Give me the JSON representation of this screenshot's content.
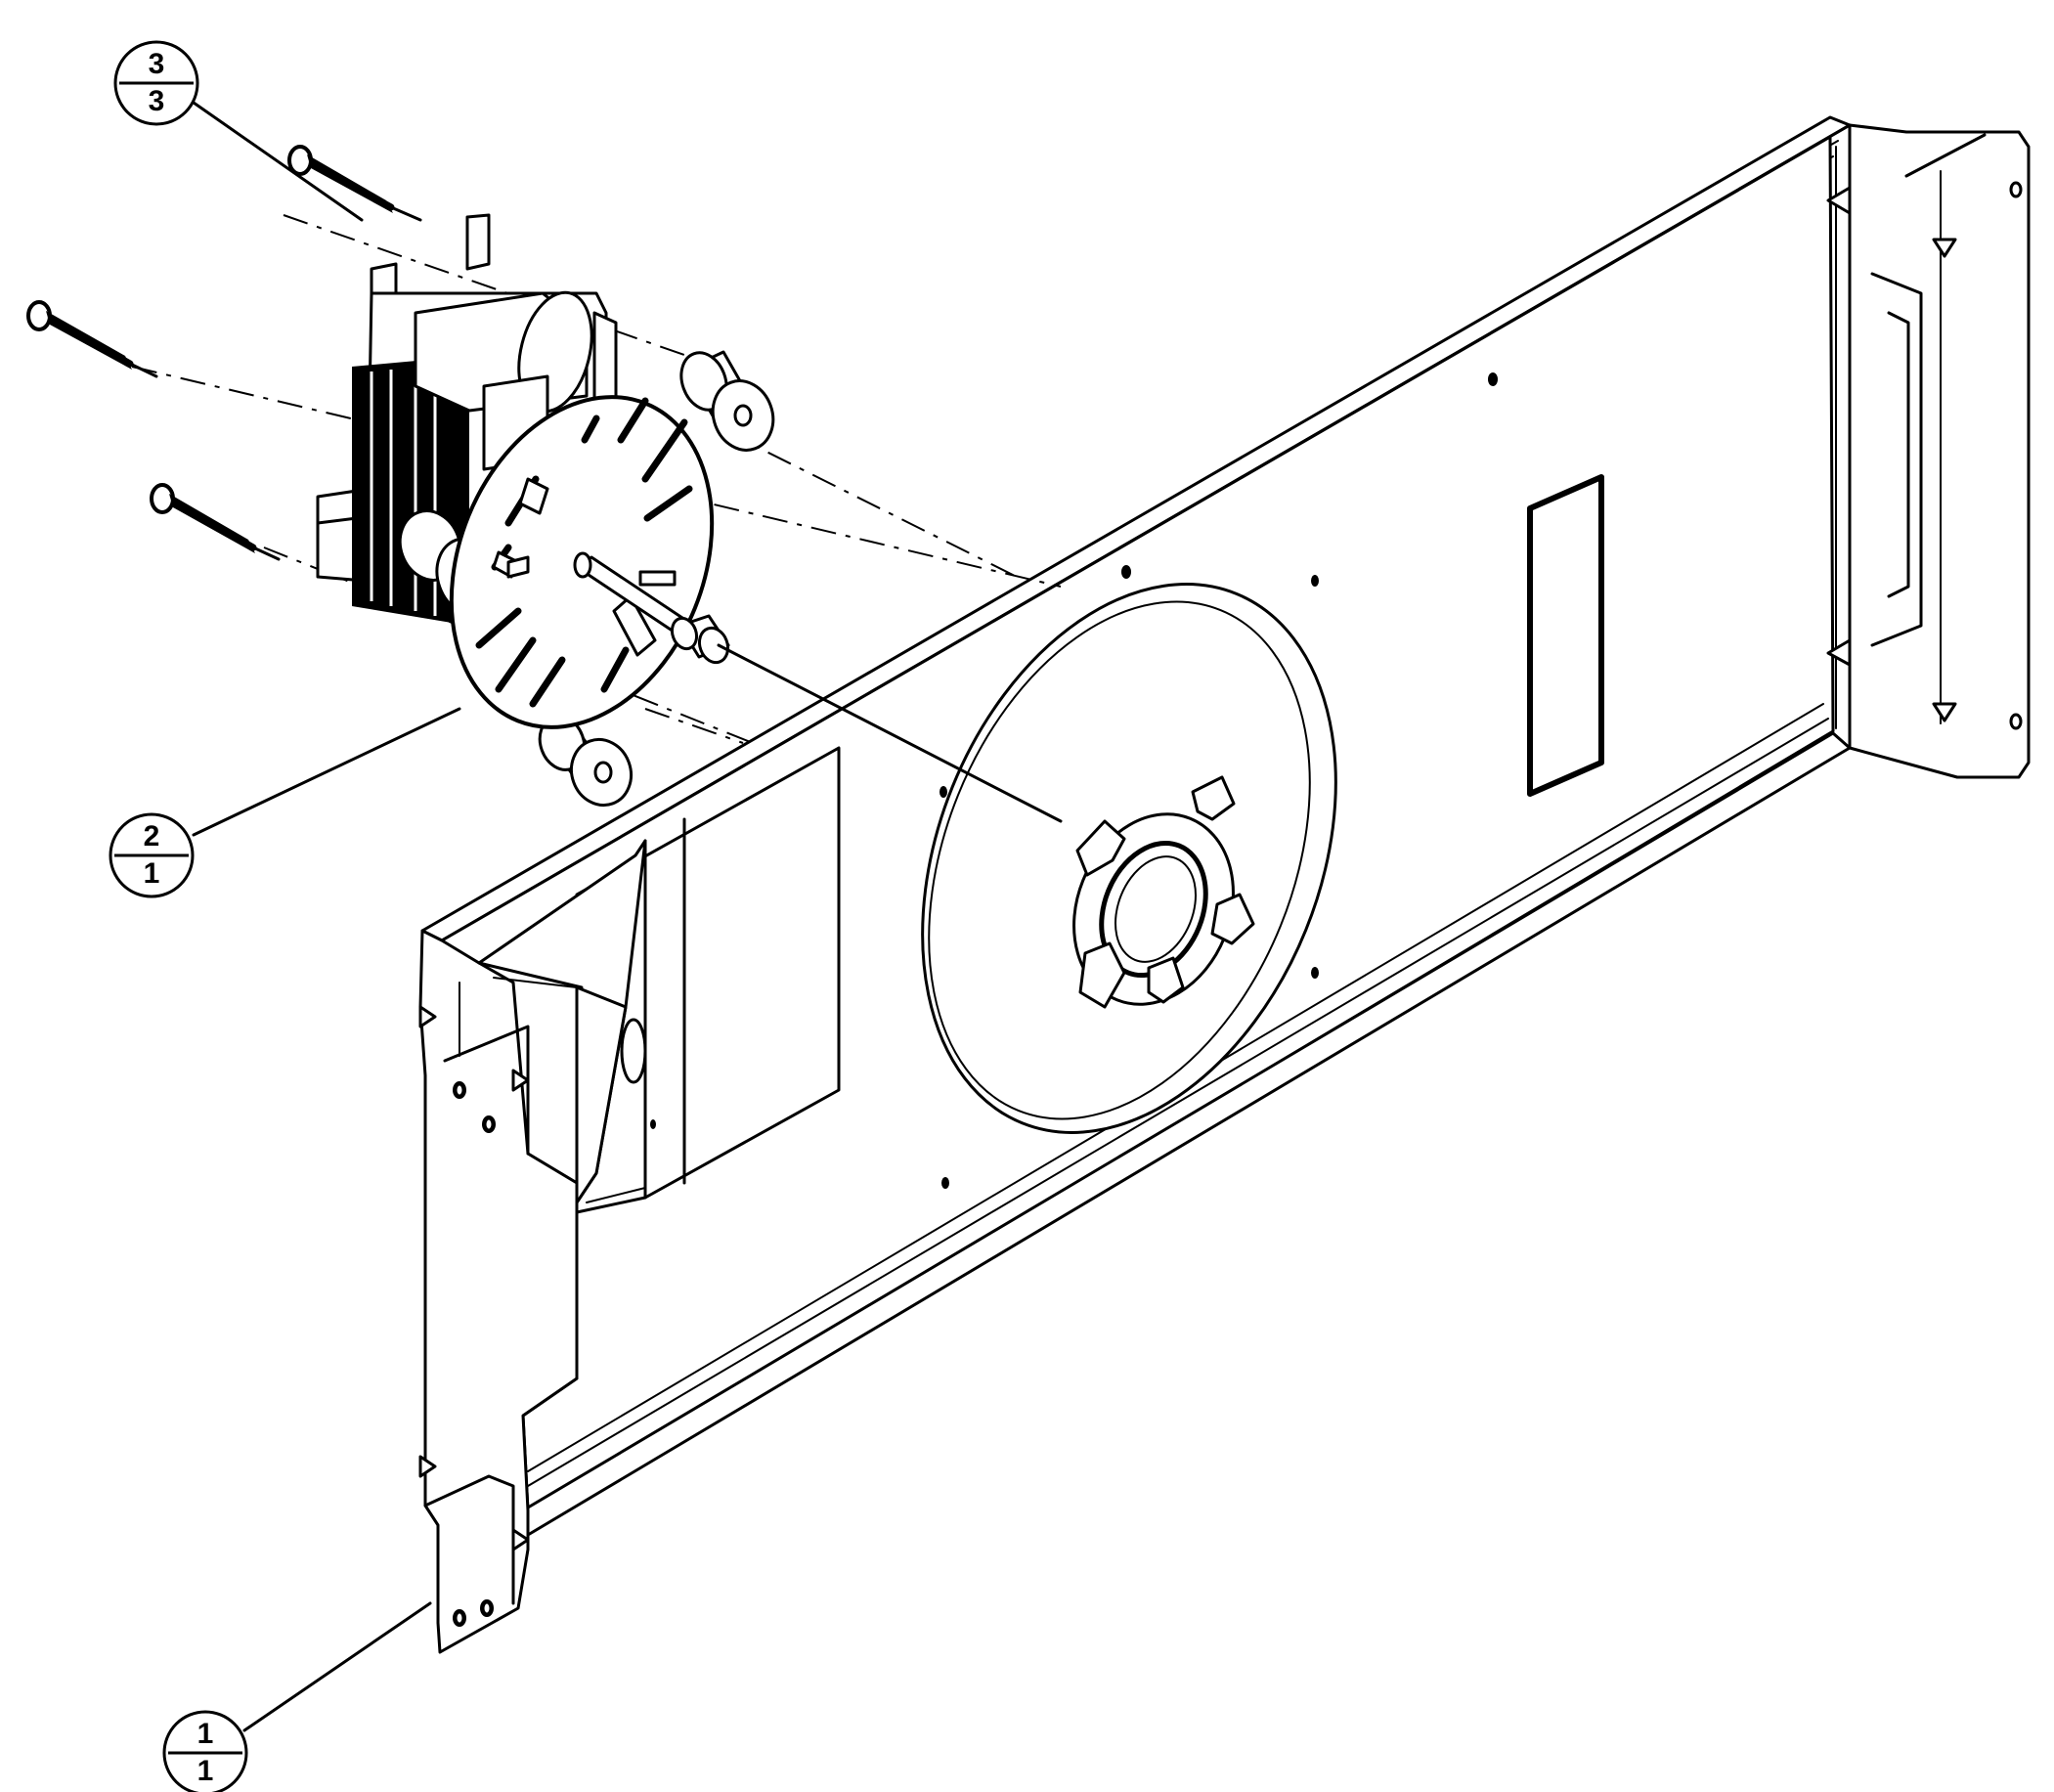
{
  "balloons": [
    {
      "item": "3",
      "qty": "3"
    },
    {
      "item": "2",
      "qty": "1"
    },
    {
      "item": "1",
      "qty": "1"
    }
  ],
  "colors": {
    "ink": "#000000",
    "paper": "#ffffff"
  }
}
